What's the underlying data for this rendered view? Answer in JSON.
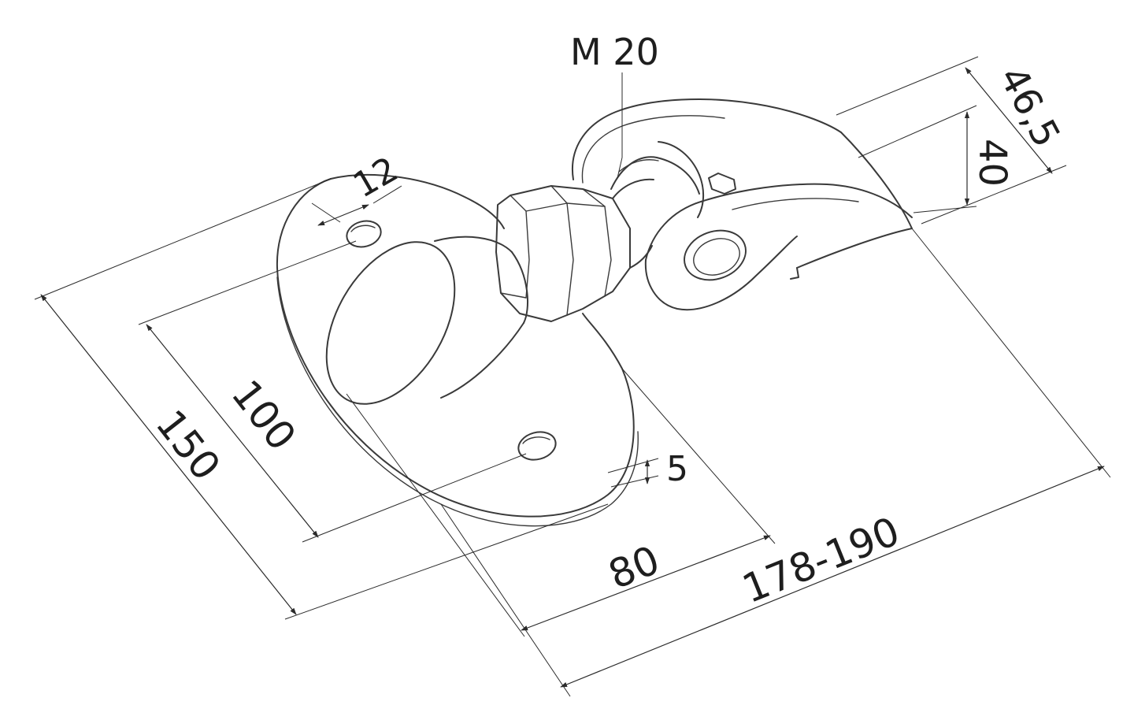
{
  "diagram": {
    "line_color": "#3a3a3a",
    "background": "#ffffff",
    "dimensions": {
      "thread": "M 20",
      "hole_diameter": "12",
      "base_width": "150",
      "hole_spacing": "100",
      "plate_thickness": "5",
      "base_length": "80",
      "total_length": "178-190",
      "outer_height": "46,5",
      "inner_height": "40"
    }
  }
}
